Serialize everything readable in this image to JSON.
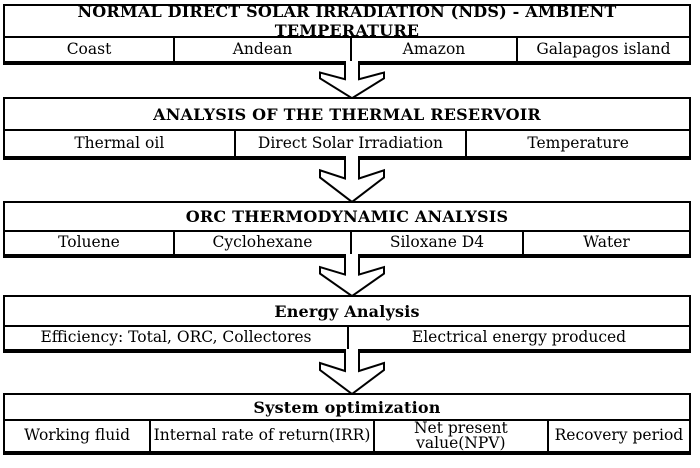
{
  "figure": {
    "type": "flowchart",
    "direction": "top-down",
    "connector": "down-block-arrow"
  },
  "colors": {
    "border": "#000000",
    "background": "#ffffff",
    "text": "#000000",
    "arrow_fill": "#ffffff",
    "arrow_outline": "#000000"
  },
  "stages": [
    {
      "title": "NORMAL DIRECT SOLAR IRRADIATION (NDS) - AMBIENT TEMPERATURE",
      "cells": [
        "Coast",
        "Andean",
        "Amazon",
        "Galapagos island"
      ]
    },
    {
      "title": "ANALYSIS OF THE THERMAL RESERVOIR",
      "cells": [
        "Thermal oil",
        "Direct Solar Irradiation",
        "Temperature"
      ]
    },
    {
      "title": "ORC THERMODYNAMIC ANALYSIS",
      "cells": [
        "Toluene",
        "Cyclohexane",
        "Siloxane D4",
        "Water"
      ]
    },
    {
      "title": "Energy Analysis",
      "cells": [
        "Efficiency: Total, ORC, Collectores",
        "Electrical energy produced"
      ]
    },
    {
      "title": "System optimization",
      "cells": [
        "Working fluid",
        "Internal rate of return(IRR)",
        "Net present\nvalue(NPV)",
        "Recovery period"
      ]
    }
  ]
}
